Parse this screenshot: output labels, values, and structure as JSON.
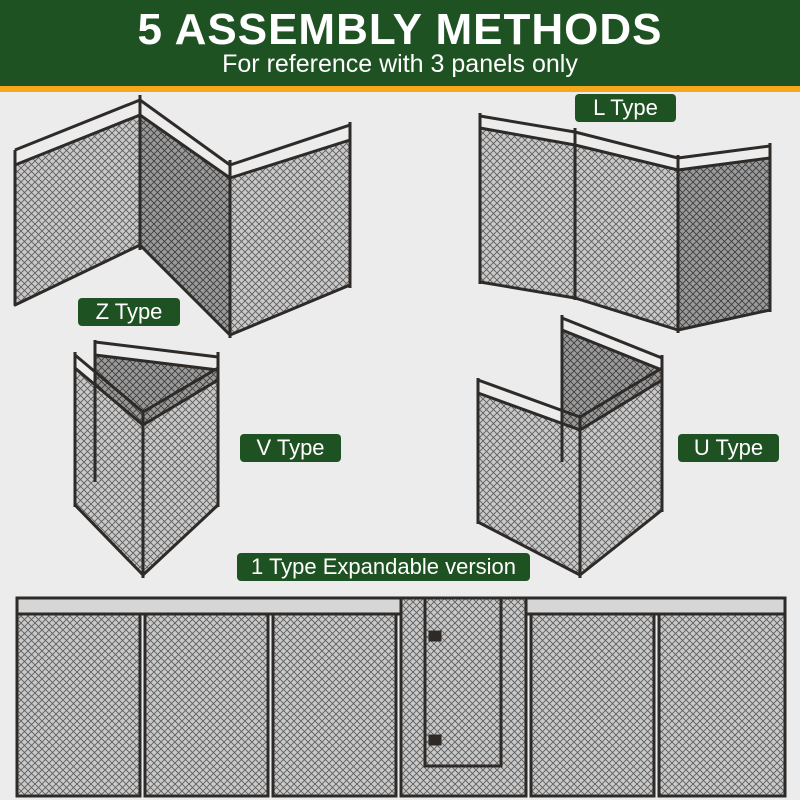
{
  "header": {
    "title": "5 ASSEMBLY METHODS",
    "subtitle": "For reference with 3 panels only"
  },
  "methods": {
    "z": "Z Type",
    "l": "L Type",
    "v": "V Type",
    "u": "U Type",
    "i": "1 Type Expandable version"
  },
  "colors": {
    "banner": "#1f5222",
    "accent_stripe": "#f5a81d",
    "frame": "#2e2a28",
    "mesh": "#8a8a8a"
  }
}
